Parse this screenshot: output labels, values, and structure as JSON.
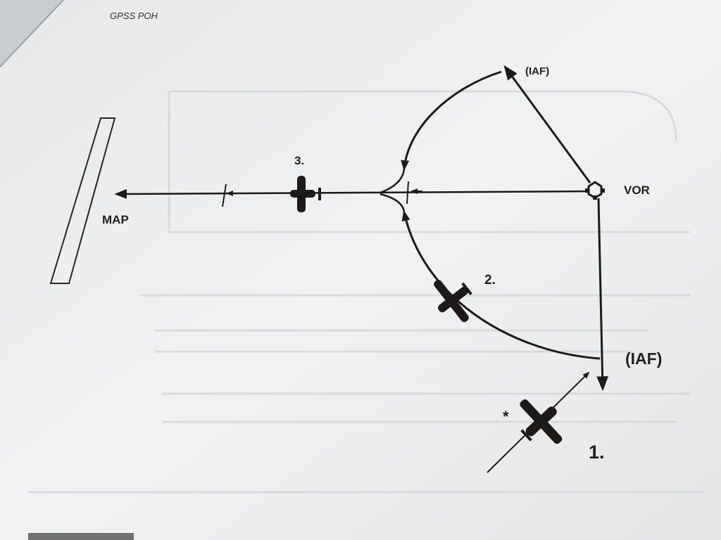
{
  "header": {
    "text": "GPSS POH"
  },
  "labels": {
    "iaf_top": "(IAF)",
    "iaf_bottom": "(IAF)",
    "vor": "VOR",
    "map": "MAP",
    "step1": "1.",
    "step2": "2.",
    "step3": "3.",
    "asterisk": "*"
  },
  "colors": {
    "paper": "#eef0f0",
    "ink": "#1e1a1a"
  }
}
